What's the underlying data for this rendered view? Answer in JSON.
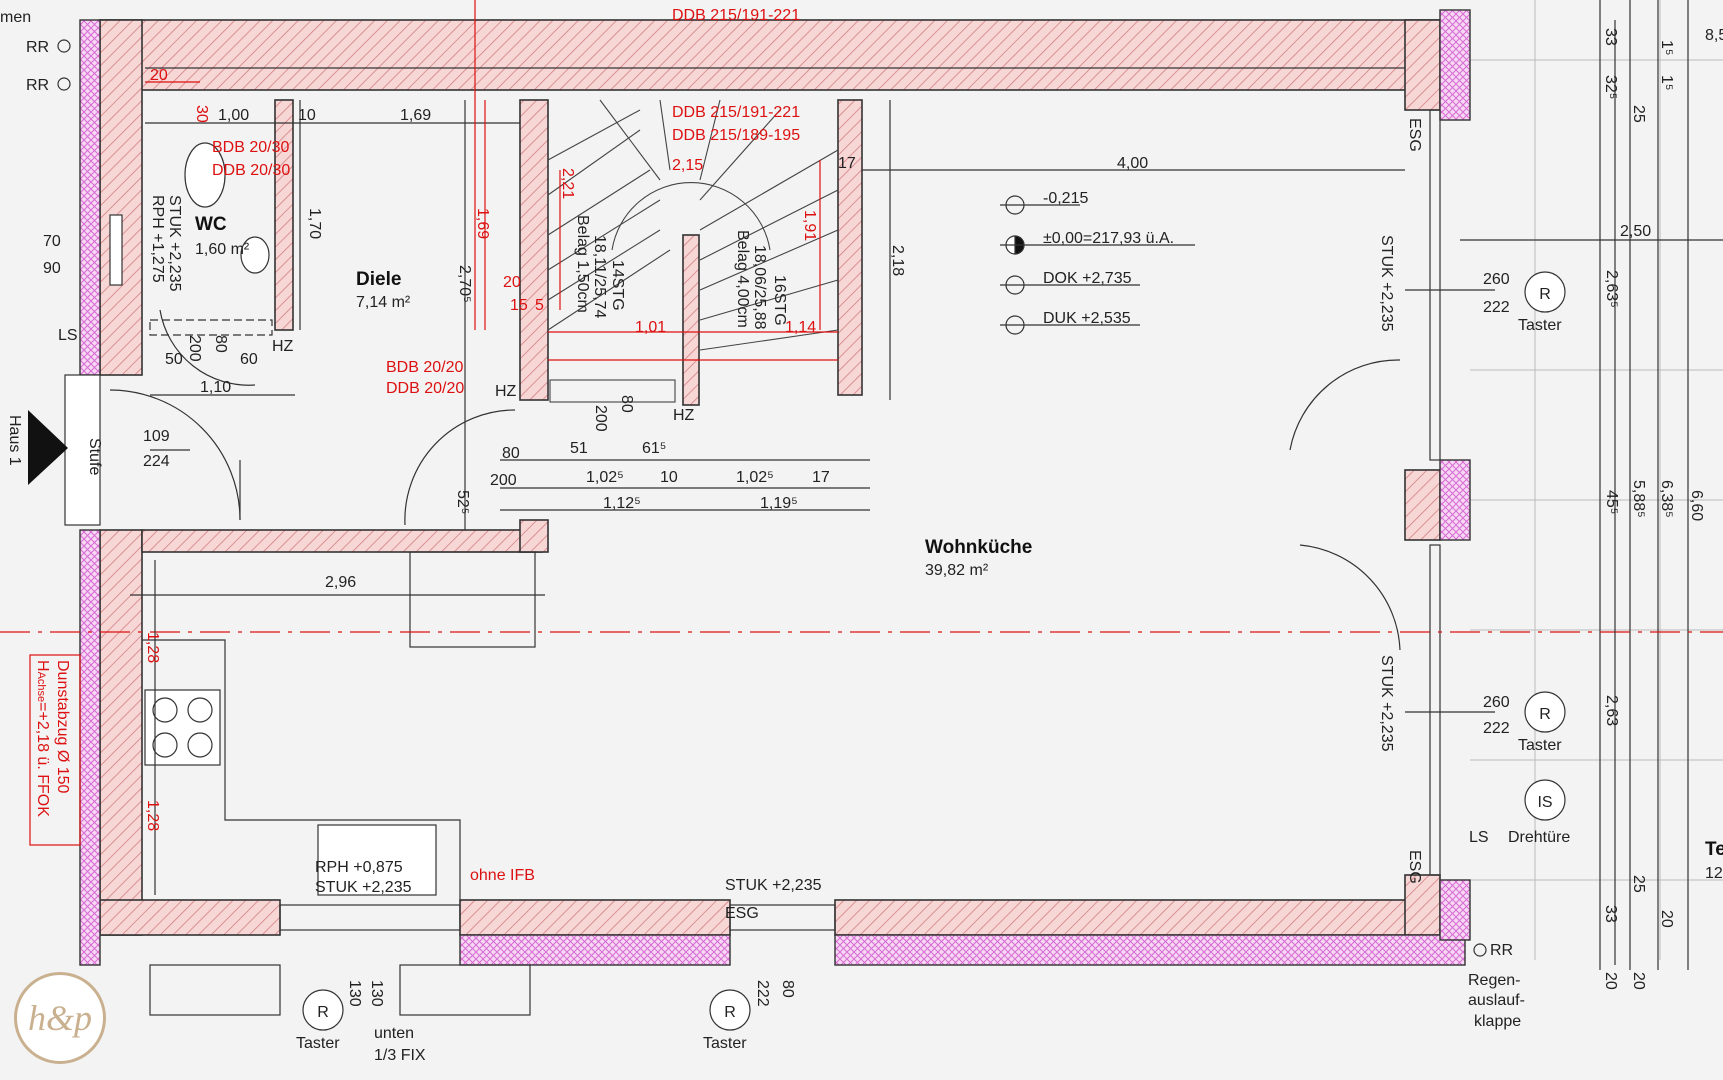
{
  "rooms": {
    "wc": {
      "name": "WC",
      "area": "1,60 m²",
      "rph": "RPH +1,275",
      "stuk": "STUK +2,235"
    },
    "diele": {
      "name": "Diele",
      "area": "7,14 m²"
    },
    "wohnkueche": {
      "name": "Wohnküche",
      "area": "39,82 m²"
    }
  },
  "levels": {
    "l1": "-0,215",
    "l2": "±0,00=217,93 ü.A.",
    "l3": "DOK +2,735",
    "l4": "DUK +2,535"
  },
  "stair": {
    "upper": "DDB 215/191-221",
    "mid1": "DDB 215/191-221",
    "mid2": "DDB 215/189-195",
    "left_stg": "14STG",
    "left_size": "18,11/25,74",
    "left_belag": "Belag 1,50cm",
    "right_stg": "16STG",
    "right_size": "18,06/25,88",
    "right_belag": "Belag 4,00cm",
    "d215": "2,15",
    "d221": "2,21",
    "d191": "1,91",
    "d101": "1,01",
    "d114": "1,14",
    "d169": "1,69",
    "d200": "200",
    "d80": "80"
  },
  "labels": {
    "men": "men",
    "rr1": "RR",
    "rr2": "RR",
    "rr3": "RR",
    "ls1": "LS",
    "ls2": "LS",
    "haus": "Haus 1",
    "stufe": "Stufe",
    "hz1": "HZ",
    "hz2": "HZ",
    "hz3": "HZ",
    "esg1": "ESG",
    "esg2": "ESG",
    "esg3": "ESG",
    "stuk_r1": "STUK +2,235",
    "stuk_r2": "STUK +2,235",
    "stuk_b": "STUK +2,235",
    "bdb1": "BDB 20/30",
    "ddb1": "DDB 20/30",
    "bdb2": "BDB 20/20",
    "ddb2": "DDB 20/20",
    "dunst": "Dunstabzug Ø 150",
    "hachse": "H",
    "hachse_sub": "Achse",
    "hachse_rest": "=+2,18 ü. FFOK",
    "sink_rph": "RPH +0,875",
    "sink_stuk": "STUK +2,235",
    "ohne_ifb": "ohne IFB",
    "taster1": "Taster",
    "taster2": "Taster",
    "taster3": "Taster",
    "taster4": "Taster",
    "drehtuere": "Drehtüre",
    "unten": "unten",
    "fix": "1/3 FIX",
    "regen1": "Regen-",
    "regen2": "auslauf-",
    "regen3": "klappe",
    "sym_r": "R",
    "sym_is": "IS",
    "logo": "h&p",
    "te": "Te",
    "te_num": "12",
    "top_num": "8,5"
  },
  "dims": {
    "d100": "1,00",
    "d10": "10",
    "d169b": "1,69",
    "d170": "1,70",
    "d400": "4,00",
    "d17": "17",
    "d218": "2,18",
    "d270": "2,70⁵",
    "d20a": "20",
    "d30": "30",
    "d20b": "20",
    "d15": "15",
    "d5": "5",
    "d70": "70",
    "d90": "90",
    "d50": "50",
    "d200w": "200",
    "d80w": "80",
    "d60": "60",
    "d110": "1,10",
    "d109": "109",
    "d224": "224",
    "d80c": "80",
    "d200c": "200",
    "d51": "51",
    "d61": "61⁵",
    "d102a": "1,02⁵",
    "d10b": "10",
    "d102b": "1,02⁵",
    "d17b": "17",
    "d112": "1,12⁵",
    "d119": "1,19⁵",
    "d52": "52⁵",
    "d296": "2,96",
    "d128a": "1,28",
    "d128b": "1,28",
    "d260a": "260",
    "d222a": "222",
    "d260b": "260",
    "d222b": "222",
    "d250": "2,50",
    "d263a": "2,63⁵",
    "d263b": "2,63",
    "d45": "45⁵",
    "d588": "5,88⁵",
    "d638": "6,38⁵",
    "d660": "6,60",
    "d33a": "33",
    "d32": "32⁵",
    "d25a": "25",
    "d15b": "1⁵",
    "d15c": "1⁵",
    "d33b": "33",
    "d25b": "25",
    "d20c": "20",
    "d20d": "20",
    "d20e": "20",
    "d130a": "130",
    "d130b": "130",
    "d222c": "222",
    "d80d": "80"
  }
}
